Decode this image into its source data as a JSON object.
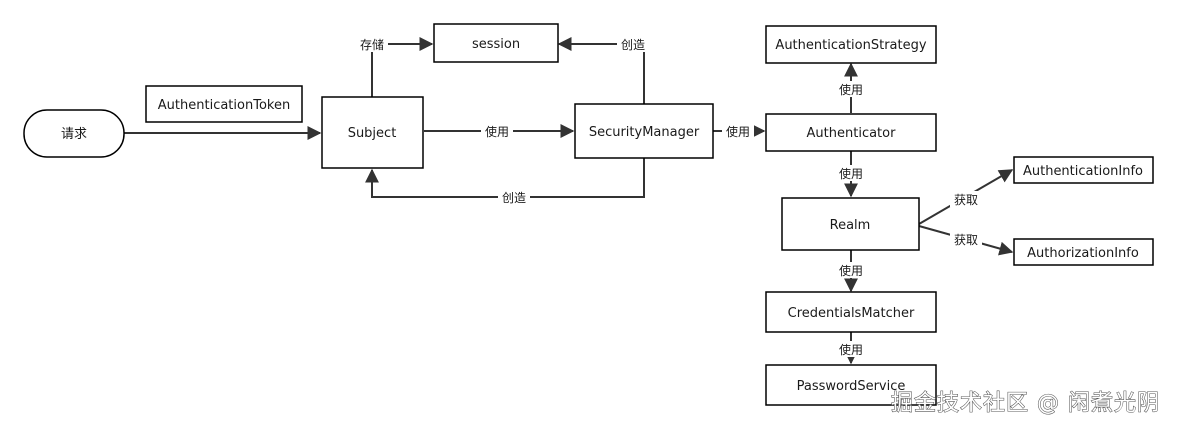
{
  "nodes": {
    "request": "请求",
    "auth_token": "AuthenticationToken",
    "subject": "Subject",
    "session": "session",
    "security_manager": "SecurityManager",
    "auth_strategy": "AuthenticationStrategy",
    "authenticator": "Authenticator",
    "auth_info": "AuthenticationInfo",
    "realm": "Realm",
    "authz_info": "AuthorizationInfo",
    "credentials_matcher": "CredentialsMatcher",
    "password_service": "PasswordService"
  },
  "edges": {
    "subject_to_session": "存储",
    "sm_to_session": "创造",
    "subject_to_sm": "使用",
    "sm_to_subject": "创造",
    "sm_to_authenticator": "使用",
    "authenticator_to_strategy": "使用",
    "authenticator_to_realm": "使用",
    "realm_to_auth_info": "获取",
    "realm_to_authz_info": "获取",
    "realm_to_matcher": "使用",
    "matcher_to_password": "使用"
  },
  "watermark": "掘金技术社区 @ 闲煮光阴"
}
